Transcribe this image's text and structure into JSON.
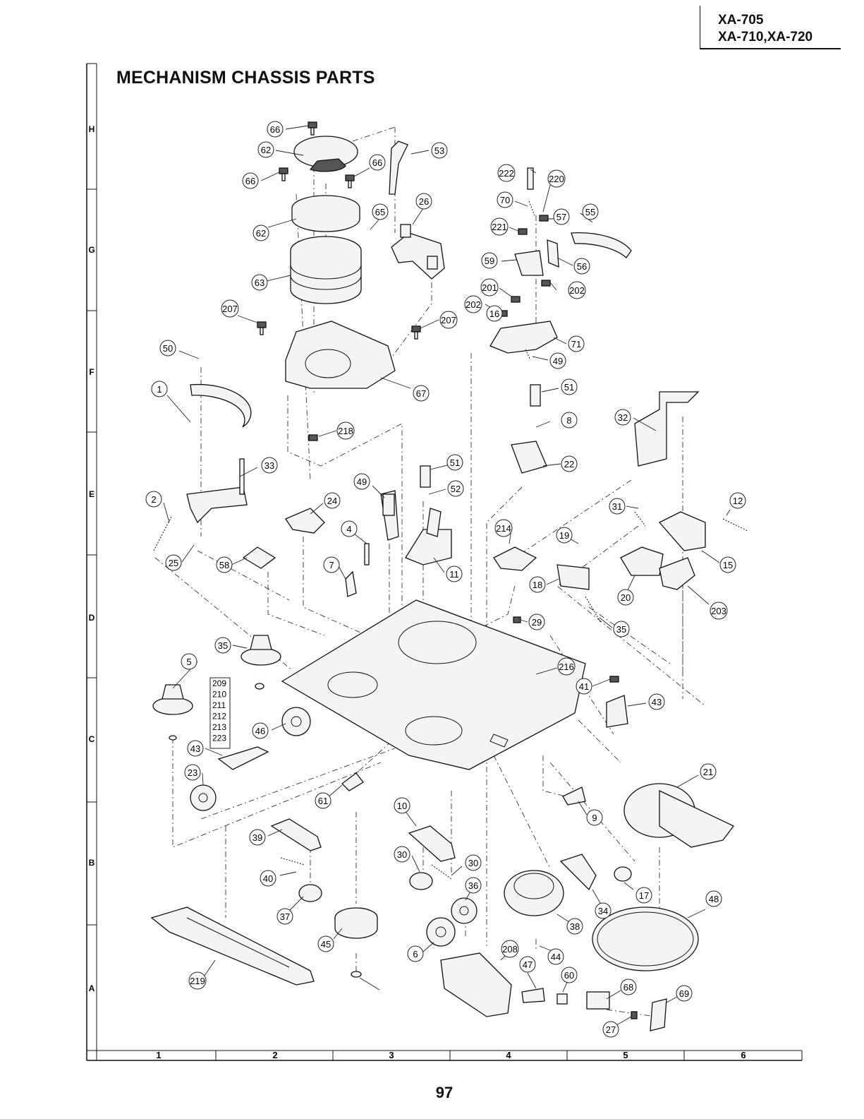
{
  "header": {
    "models": [
      "XA-705",
      "XA-710,XA-720"
    ]
  },
  "title": "MECHANISM CHASSIS PARTS",
  "page_number": "97",
  "grid": {
    "rows": [
      "H",
      "G",
      "F",
      "E",
      "D",
      "C",
      "B",
      "A"
    ],
    "columns": [
      "1",
      "2",
      "3",
      "4",
      "5",
      "6"
    ]
  },
  "part_number_list": [
    "209",
    "210",
    "211",
    "212",
    "213",
    "223"
  ],
  "callouts": [
    "66",
    "62",
    "66",
    "66",
    "62",
    "63",
    "53",
    "65",
    "26",
    "207",
    "207",
    "50",
    "67",
    "1",
    "218",
    "222",
    "220",
    "70",
    "57",
    "55",
    "221",
    "59",
    "56",
    "201",
    "202",
    "202",
    "16",
    "71",
    "49",
    "51",
    "8",
    "22",
    "32",
    "31",
    "12",
    "15",
    "33",
    "2",
    "25",
    "24",
    "58",
    "49",
    "51",
    "52",
    "4",
    "7",
    "11",
    "214",
    "19",
    "18",
    "20",
    "203",
    "29",
    "35",
    "35",
    "5",
    "216",
    "41",
    "43",
    "46",
    "43",
    "23",
    "61",
    "21",
    "9",
    "10",
    "39",
    "30",
    "30",
    "40",
    "36",
    "37",
    "38",
    "17",
    "34",
    "48",
    "45",
    "6",
    "208",
    "44",
    "47",
    "60",
    "68",
    "69",
    "27",
    "219"
  ]
}
